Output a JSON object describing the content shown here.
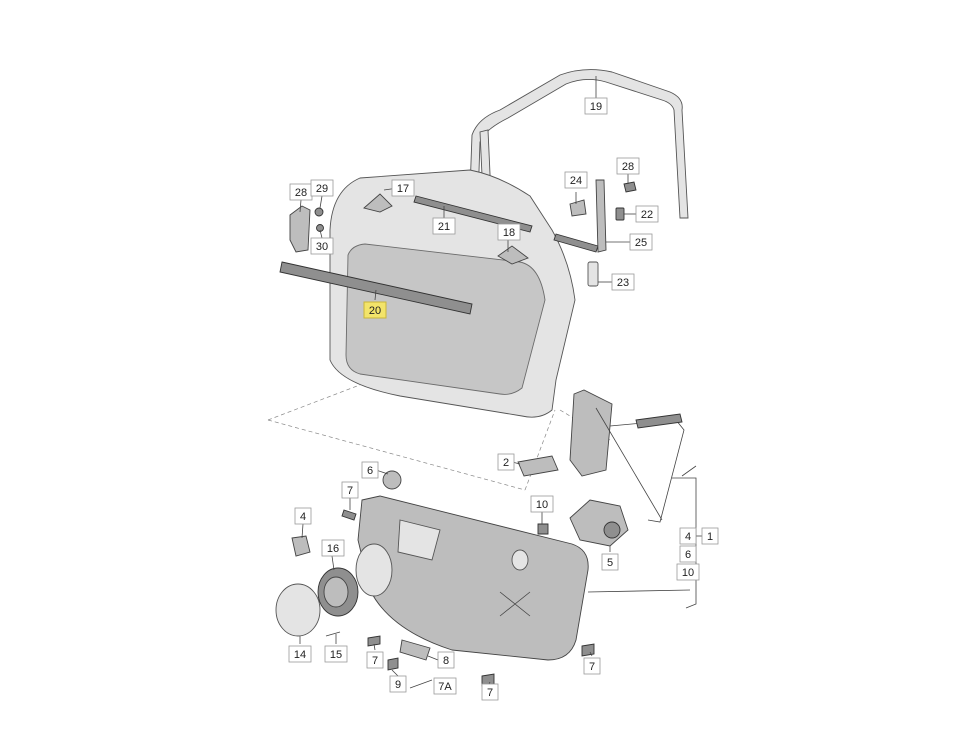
{
  "labels": {
    "l19": "19",
    "l28a": "28",
    "l28b": "28",
    "l29": "29",
    "l30": "30",
    "l17": "17",
    "l21": "21",
    "l18": "18",
    "l24": "24",
    "l22": "22",
    "l25": "25",
    "l23": "23",
    "l20": "20",
    "l2": "2",
    "l6": "6",
    "l7a": "7",
    "l4": "4",
    "l16": "16",
    "l10": "10",
    "l5": "5",
    "l14": "14",
    "l15": "15",
    "l7b": "7",
    "l8": "8",
    "l9": "9",
    "l7A": "7A",
    "l7c": "7",
    "l7d": "7",
    "g4": "4",
    "g6": "6",
    "g10": "10",
    "g1": "1"
  },
  "colors": {
    "highlight": "#f3e46a",
    "part_fill": "#bdbdbd",
    "outline": "#444444"
  }
}
